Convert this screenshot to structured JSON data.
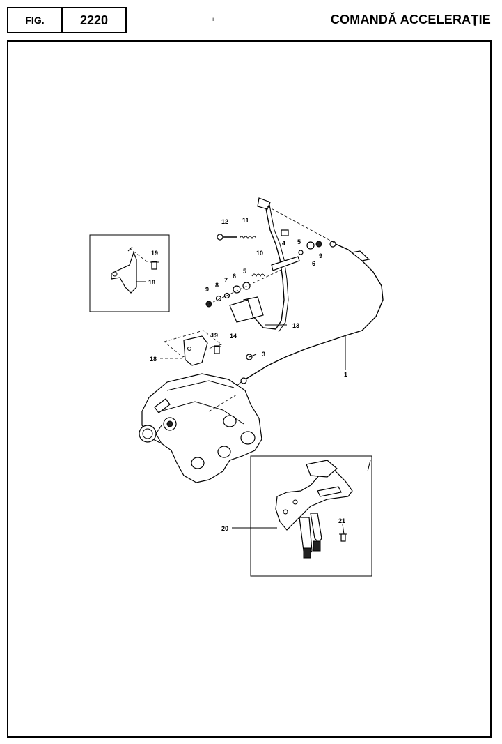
{
  "header": {
    "fig_label": "FIG.",
    "fig_number": "2220",
    "title": "COMANDĂ ACCELERAȚIE"
  },
  "callouts": {
    "c1": "1",
    "c3": "3",
    "c4": "4",
    "c5a": "5",
    "c5b": "5",
    "c6a": "6",
    "c6b": "6",
    "c7": "7",
    "c8": "8",
    "c9a": "9",
    "c9b": "9",
    "c10": "10",
    "c11": "11",
    "c12": "12",
    "c13": "13",
    "c14": "14",
    "c18a": "18",
    "c18b": "18",
    "c19a": "19",
    "c19b": "19",
    "c20": "20",
    "c21": "21"
  }
}
